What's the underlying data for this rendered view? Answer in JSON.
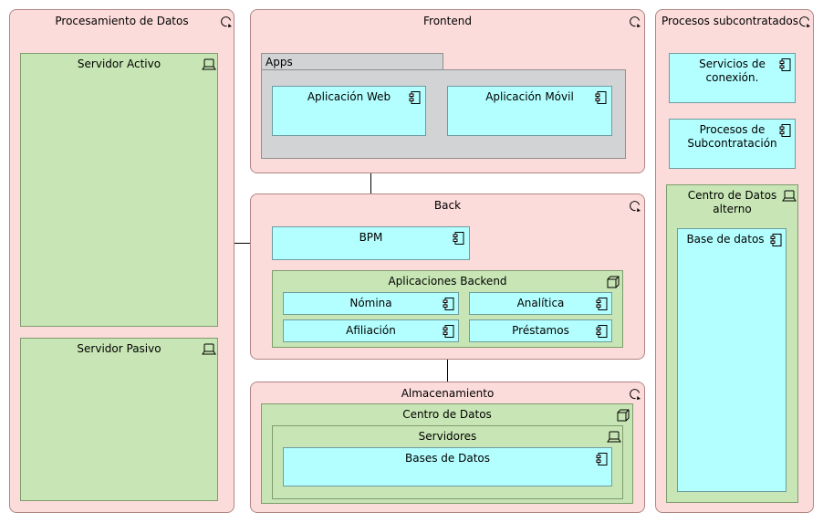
{
  "groups": {
    "procesamiento": {
      "label": "Procesamiento de Datos",
      "servidor_activo": "Servidor Activo",
      "servidor_pasivo": "Servidor Pasivo"
    },
    "frontend": {
      "label": "Frontend",
      "apps": "Apps",
      "app_web": "Aplicación Web",
      "app_movil": "Aplicación Móvil"
    },
    "back": {
      "label": "Back",
      "bpm": "BPM",
      "backend": "Aplicaciones Backend",
      "nomina": "Nómina",
      "analitica": "Analítica",
      "afiliacion": "Afiliación",
      "prestamos": "Préstamos"
    },
    "almacenamiento": {
      "label": "Almacenamiento",
      "centro": "Centro de Datos",
      "servidores": "Servidores",
      "bases": "Bases de Datos"
    },
    "subcontratados": {
      "label": "Procesos subcontratados",
      "servicios_l1": "Servicios de",
      "servicios_l2": "conexión.",
      "procesos_l1": "Procesos de",
      "procesos_l2": "Subcontratación",
      "centro_alt_l1": "Centro de Datos",
      "centro_alt_l2": "alterno",
      "base_datos": "Base de datos"
    }
  },
  "icons": {
    "group": "business-process-icon",
    "device": "device-icon",
    "component": "application-component-icon",
    "node": "node-icon"
  },
  "colors": {
    "group_fill": "#fcdcdb",
    "node_fill": "#c8e6b5",
    "component_fill": "#b3ffff",
    "folder_fill": "#d1d3d4"
  }
}
